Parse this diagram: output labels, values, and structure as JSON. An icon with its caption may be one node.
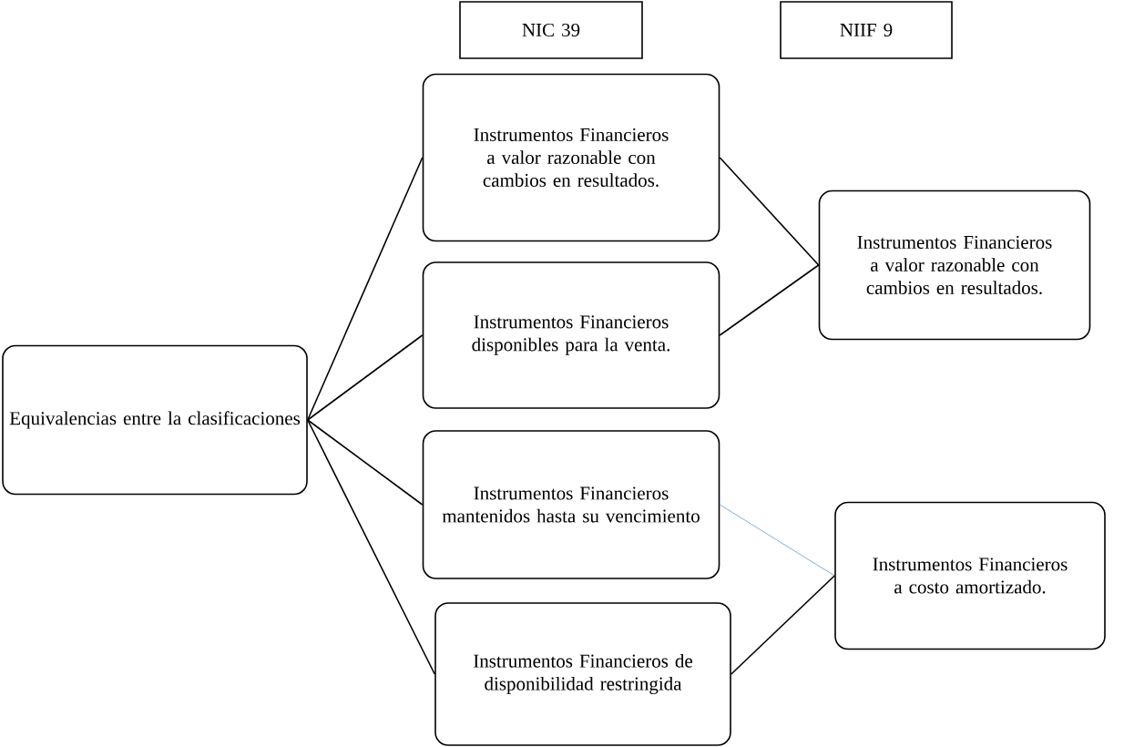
{
  "diagram": {
    "nodes": [
      {
        "text": [
          "NIC 39"
        ]
      },
      {
        "text": [
          "NIIF 9"
        ]
      },
      {
        "text": [
          "Equivalencias entre la clasificaciones"
        ]
      },
      {
        "text": [
          "Instrumentos Financieros a valor razonable con cambios en resultados."
        ]
      },
      {
        "text": [
          "Instrumentos Financieros disponibles para la venta."
        ]
      },
      {
        "text": [
          "Instrumentos Financieros mantenidos hasta su vencimiento"
        ]
      },
      {
        "text": [
          "Instrumentos Financieros de disponibilidad restringida"
        ]
      },
      {
        "text": [
          "Instrumentos Financieros a valor razonable con cambios en resultados."
        ]
      },
      {
        "text": [
          "Instrumentos Financieros a costo amortizado."
        ]
      }
    ],
    "edges": [
      {
        "from": 2,
        "to": 3,
        "arrow": "none"
      },
      {
        "from": 2,
        "to": 4,
        "arrow": "none"
      },
      {
        "from": 2,
        "to": 5,
        "arrow": "none"
      },
      {
        "from": 2,
        "to": 6,
        "arrow": "none"
      },
      {
        "from": 3,
        "to": 7,
        "arrow": "none"
      },
      {
        "from": 4,
        "to": 7,
        "arrow": "none"
      },
      {
        "from": 5,
        "to": 8,
        "arrow": "none",
        "color": "#5b9bd5"
      },
      {
        "from": 6,
        "to": 8,
        "arrow": "none"
      }
    ]
  }
}
